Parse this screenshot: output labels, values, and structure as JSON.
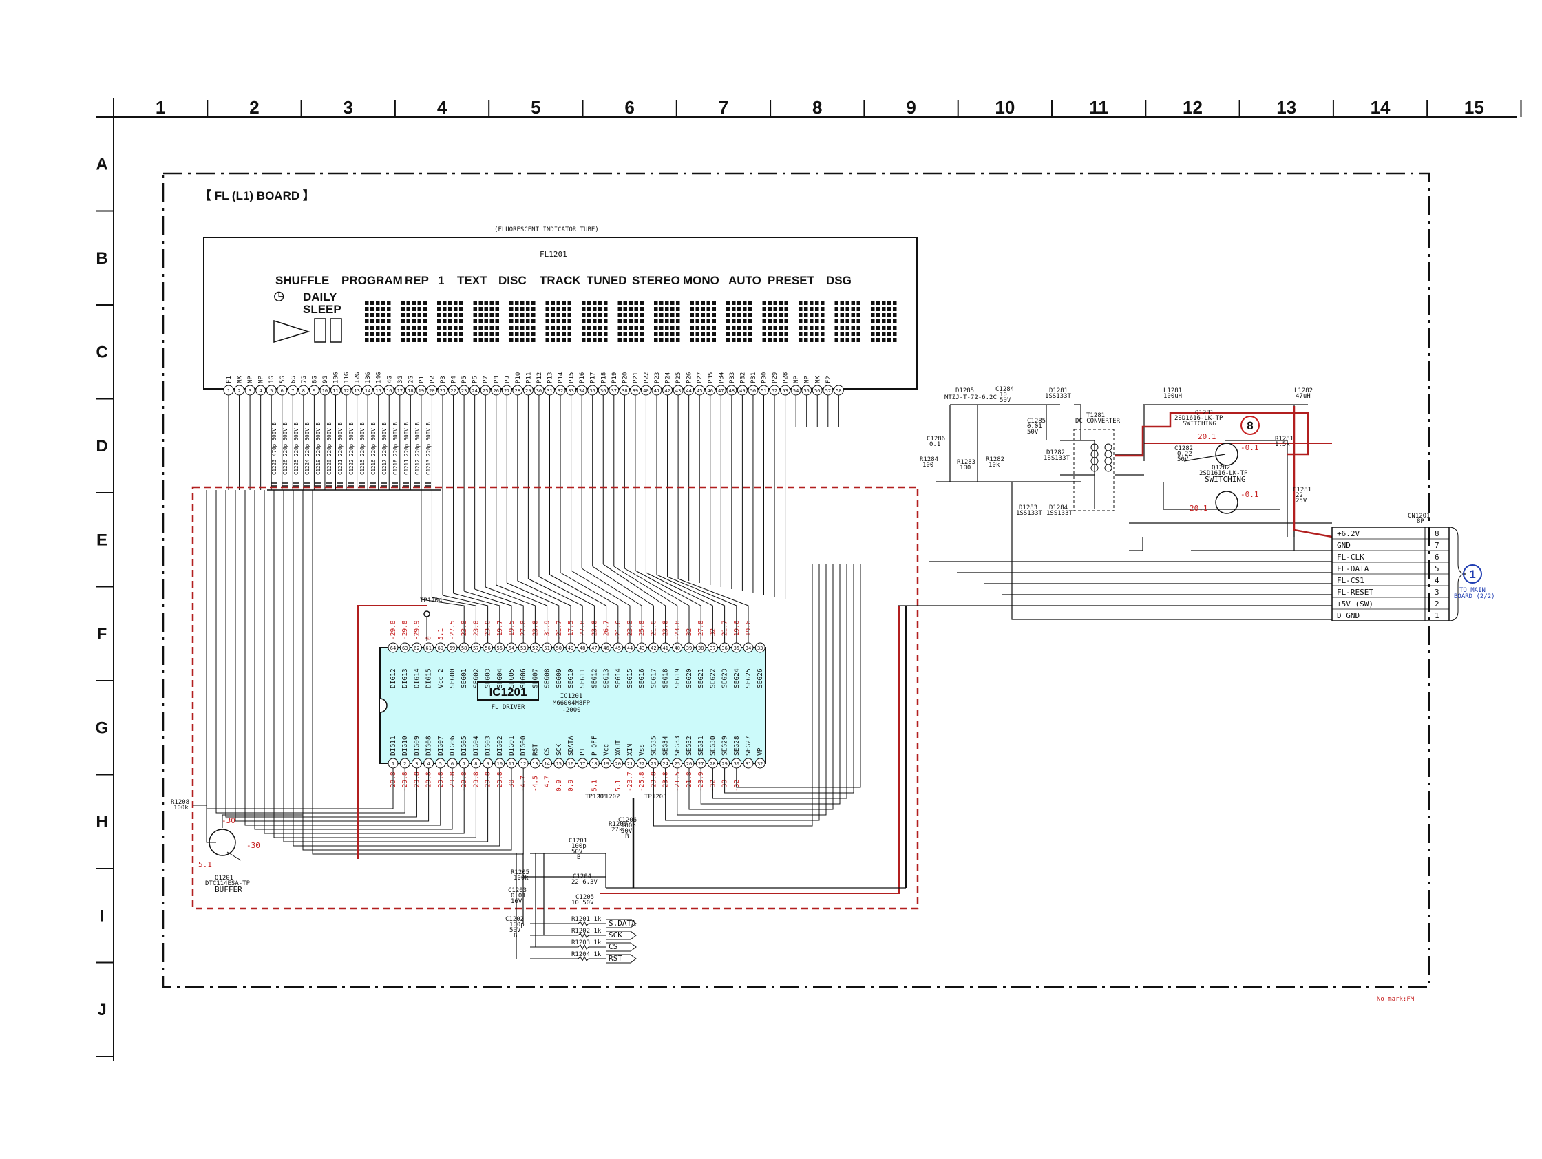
{
  "grid": {
    "columns": [
      "1",
      "2",
      "3",
      "4",
      "5",
      "6",
      "7",
      "8",
      "9",
      "10",
      "11",
      "12",
      "13",
      "14",
      "15"
    ],
    "rows": [
      "A",
      "B",
      "C",
      "D",
      "E",
      "F",
      "G",
      "H",
      "I",
      "J"
    ]
  },
  "board_title": "【 FL (L1) BOARD 】",
  "fl_tube": {
    "caption": "(FLUORESCENT INDICATOR TUBE)",
    "ref": "FL1201",
    "indicators": [
      "SHUFFLE",
      "PROGRAM",
      "REP",
      "1",
      "TEXT",
      "DISC",
      "TRACK",
      "TUNED",
      "STEREO",
      "MONO",
      "AUTO",
      "PRESET",
      "DSG"
    ],
    "daily": "DAILY",
    "sleep": "SLEEP",
    "pin_names": [
      "F1",
      "NX",
      "NP",
      "NP",
      "1G",
      "5G",
      "6G",
      "7G",
      "8G",
      "9G",
      "10G",
      "11G",
      "12G",
      "13G",
      "14G",
      "4G",
      "3G",
      "2G",
      "P1",
      "P2",
      "P3",
      "P4",
      "P5",
      "P6",
      "P7",
      "P8",
      "P9",
      "P10",
      "P11",
      "P12",
      "P13",
      "P14",
      "P15",
      "P16",
      "P17",
      "P18",
      "P19",
      "P20",
      "P21",
      "P22",
      "P23",
      "P24",
      "P25",
      "P26",
      "P27",
      "P35",
      "P34",
      "P33",
      "P32",
      "P31",
      "P30",
      "P29",
      "P28",
      "NP",
      "NP",
      "NX",
      "F2"
    ],
    "pin_numbers": [
      "1",
      "2",
      "3",
      "4",
      "5",
      "6",
      "7",
      "8",
      "9",
      "10",
      "11",
      "12",
      "13",
      "14",
      "15",
      "16",
      "17",
      "18",
      "19",
      "20",
      "21",
      "22",
      "23",
      "24",
      "25",
      "26",
      "27",
      "28",
      "29",
      "30",
      "31",
      "32",
      "33",
      "34",
      "35",
      "36",
      "37",
      "38",
      "39",
      "40",
      "41",
      "42",
      "43",
      "44",
      "45",
      "46",
      "47",
      "48",
      "49",
      "50",
      "51",
      "52",
      "53",
      "54",
      "55",
      "56",
      "57",
      "58"
    ]
  },
  "ic": {
    "ref": "IC1201",
    "function": "FL DRIVER",
    "part_ref": "IC1201",
    "part_number": "M66004M8FP",
    "part_suffix": "-2000",
    "top_pins": [
      "DIG12",
      "DIG13",
      "DIG14",
      "DIG15",
      "Vcc 2",
      "SEG00",
      "SEG01",
      "SEG02",
      "SEG03",
      "SEG04",
      "SEG05",
      "SEG06",
      "SEG07",
      "SEG08",
      "SEG09",
      "SEG10",
      "SEG11",
      "SEG12",
      "SEG13",
      "SEG14",
      "SEG15",
      "SEG16",
      "SEG17",
      "SEG18",
      "SEG19",
      "SEG20",
      "SEG21",
      "SEG22",
      "SEG23",
      "SEG24",
      "SEG25",
      "SEG26"
    ],
    "top_pin_numbers": [
      "64",
      "63",
      "62",
      "61",
      "60",
      "59",
      "58",
      "57",
      "56",
      "55",
      "54",
      "53",
      "52",
      "51",
      "50",
      "49",
      "48",
      "47",
      "46",
      "45",
      "44",
      "43",
      "42",
      "41",
      "40",
      "39",
      "38",
      "37",
      "36",
      "35",
      "34",
      "33"
    ],
    "top_voltages": [
      "-29.8",
      "-29.8",
      "-29.9",
      "0",
      "5.1",
      "-27.5",
      "-23.8",
      "-23.8",
      "-23.8",
      "-19.7",
      "-19.5",
      "-27.8",
      "-23.8",
      "-31.9",
      "-21.7",
      "-17.5",
      "-27.8",
      "-23.8",
      "-26.7",
      "-21.6",
      "-23.8",
      "-25.8",
      "-21.6",
      "-23.8",
      "-23.8",
      "-32",
      "-27.8",
      "-32",
      "-21.7",
      "-19.6",
      "-19.6",
      ""
    ],
    "bottom_pins": [
      "DIG11",
      "DIG10",
      "DIG09",
      "DIG08",
      "DIG07",
      "DIG06",
      "DIG05",
      "DIG04",
      "DIG03",
      "DIG02",
      "DIG01",
      "DIG00",
      "RST",
      "CS",
      "SCK",
      "SDATA",
      "P1",
      "P OFF",
      "Vcc",
      "XOUT",
      "XIN",
      "Vss",
      "SEG35",
      "SEG34",
      "SEG33",
      "SEG32",
      "SEG31",
      "SEG30",
      "SEG29",
      "SEG28",
      "SEG27",
      "VP"
    ],
    "bottom_pin_numbers": [
      "1",
      "2",
      "3",
      "4",
      "5",
      "6",
      "7",
      "8",
      "9",
      "10",
      "11",
      "12",
      "13",
      "14",
      "15",
      "16",
      "17",
      "18",
      "19",
      "20",
      "21",
      "22",
      "23",
      "24",
      "25",
      "26",
      "27",
      "28",
      "29",
      "30",
      "31",
      "32"
    ],
    "bottom_voltages": [
      "-29.8",
      "-29.8",
      "-29.8",
      "-29.8",
      "-29.8",
      "-29.8",
      "-29.8",
      "-29.8",
      "-29.8",
      "-29.8",
      "-30",
      "-4.7",
      "-4.5",
      "-4.7",
      "0.9",
      "0.9",
      "",
      "5.1",
      "",
      "5.1",
      "-23.7",
      "-25.8",
      "-23.8",
      "-23.8",
      "-21.5",
      "-21.8",
      "-23.9",
      "-32",
      "-30",
      "-32",
      "",
      ""
    ]
  },
  "tube_caps": [
    {
      "ref": "C1223",
      "val": "470p 500V B"
    },
    {
      "ref": "C1226",
      "val": "220p 500V B"
    },
    {
      "ref": "C1225",
      "val": "220p 500V B"
    },
    {
      "ref": "C1224",
      "val": "220p 500V B"
    },
    {
      "ref": "C1219",
      "val": "220p 500V B"
    },
    {
      "ref": "C1220",
      "val": "220p 500V B"
    },
    {
      "ref": "C1221",
      "val": "220p 500V B"
    },
    {
      "ref": "C1222",
      "val": "220p 500V B"
    },
    {
      "ref": "C1215",
      "val": "220p 500V B"
    },
    {
      "ref": "C1216",
      "val": "220p 500V B"
    },
    {
      "ref": "C1217",
      "val": "220p 500V B"
    },
    {
      "ref": "C1218",
      "val": "220p 500V B"
    },
    {
      "ref": "C1211",
      "val": "220p 500V B"
    },
    {
      "ref": "C1212",
      "val": "220p 500V B"
    },
    {
      "ref": "C1213",
      "val": "220p 500V B"
    }
  ],
  "power_section": {
    "d1285": [
      "D1285",
      "MTZJ-T-72-6.2C"
    ],
    "c1284": [
      "C1284",
      "10",
      "50V"
    ],
    "d1281": [
      "D1281",
      "1SS133T"
    ],
    "c1285": [
      "C1285",
      "0.01",
      "50V"
    ],
    "c1286": [
      "C1286",
      "0.1"
    ],
    "r1284": [
      "R1284",
      "100"
    ],
    "r1283": [
      "R1283",
      "100"
    ],
    "r1282": [
      "R1282",
      "10k"
    ],
    "d1282": [
      "D1282",
      "1SS133T"
    ],
    "d1283": [
      "D1283",
      "1SS133T"
    ],
    "d1284": [
      "D1284",
      "1SS133T"
    ],
    "t1281": [
      "T1281",
      "DC CONVERTER"
    ],
    "l1281": [
      "L1281",
      "100uH"
    ],
    "q1281": [
      "Q1281",
      "2SD1616-LK-TP",
      "SWITCHING"
    ],
    "c1282": [
      "C1282",
      "0.22",
      "50V"
    ],
    "q1282": [
      "Q1282",
      "2SD1616-LK-TP",
      "SWITCHING"
    ],
    "r1281": [
      "R1281",
      "1.5k"
    ],
    "l1282": [
      "L1282",
      "47uH"
    ],
    "c1281": [
      "C1281",
      "22",
      "25V"
    ],
    "q1281_v": "20.1",
    "q1281_v2": "-0.1",
    "q1282_v": "20.1",
    "q1282_v2": "-0.1",
    "marker": "8"
  },
  "connector": {
    "ref": "CN1201",
    "pins_label": "8P",
    "signals": [
      {
        "name": "+6.2V",
        "pin": "8"
      },
      {
        "name": "GND",
        "pin": "7"
      },
      {
        "name": "FL-CLK",
        "pin": "6"
      },
      {
        "name": "FL-DATA",
        "pin": "5"
      },
      {
        "name": "FL-CS1",
        "pin": "4"
      },
      {
        "name": "FL-RESET",
        "pin": "3"
      },
      {
        "name": "+5V (SW)",
        "pin": "2"
      },
      {
        "name": "D GND",
        "pin": "1"
      }
    ],
    "marker": "1",
    "to_main": "TO MAIN",
    "to_board": "BOARD (2/2)"
  },
  "lower": {
    "r1208": [
      "R1208",
      "100k"
    ],
    "q1201": [
      "Q1201",
      "DTC114ESA-TP",
      "BUFFER"
    ],
    "q1201_v": [
      "-30",
      "-30",
      "5.1"
    ],
    "tp1204": "TP1204",
    "tp1201": "TP1201",
    "tp1202": "TP1202",
    "tp1203": "TP1203",
    "r1206": [
      "R1206",
      "27k"
    ],
    "c1206": [
      "C1206",
      "100p",
      "50V",
      "B"
    ],
    "c1201": [
      "C1201",
      "100p",
      "50V",
      "B"
    ],
    "r1205": [
      "R1205",
      "100k"
    ],
    "c1204": [
      "C1204",
      "22 6.3V"
    ],
    "c1203": [
      "C1203",
      "0.01",
      "16V"
    ],
    "c1205": [
      "C1205",
      "10 50V"
    ],
    "c1202": [
      "C1202",
      "100p",
      "50V",
      "B"
    ],
    "resistors": [
      {
        "ref": "R1201",
        "val": "1k",
        "sig": "S.DATA"
      },
      {
        "ref": "R1202",
        "val": "1k",
        "sig": "SCK"
      },
      {
        "ref": "R1203",
        "val": "1k",
        "sig": "CS"
      },
      {
        "ref": "R1204",
        "val": "1k",
        "sig": "RST"
      }
    ]
  },
  "note": "No mark:FM"
}
